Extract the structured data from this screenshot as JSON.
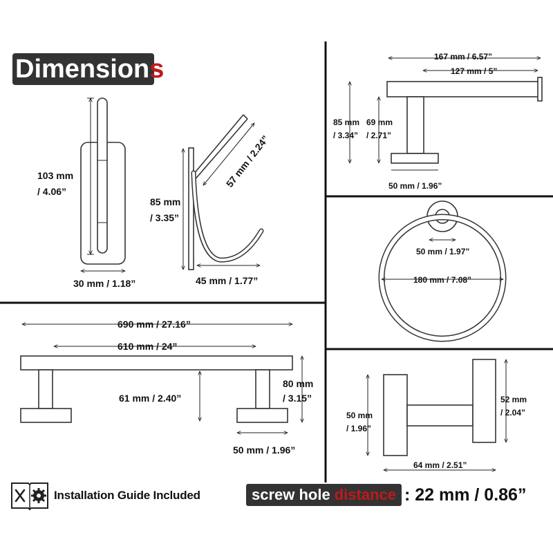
{
  "header": {
    "title_main": "Dimension",
    "title_accent": "s"
  },
  "hook_single": {
    "height": "103 mm",
    "height_in": "/ 4.06”",
    "width": "30 mm / 1.18”"
  },
  "hook_double": {
    "height": "85 mm",
    "height_in": "/ 3.35”",
    "diagonal": "57 mm / 2.24”",
    "width": "45 mm / 1.77”"
  },
  "paper_holder": {
    "total_width": "167 mm / 6.57”",
    "arm_width": "127 mm / 5”",
    "total_height": "85 mm",
    "total_height_in": "/ 3.34”",
    "arm_height": "69 mm",
    "arm_height_in": "/ 2.71”",
    "base_width": "50 mm / 1.96”"
  },
  "towel_ring": {
    "base": "50 mm / 1.97”",
    "diameter": "180 mm / 7.08”"
  },
  "towel_bar": {
    "total_width": "690 mm / 27.16”",
    "inner_width": "610 mm / 24”",
    "clearance": "61 mm / 2.40”",
    "height": "80 mm",
    "height_in": "/ 3.15”",
    "base": "50 mm / 1.96”"
  },
  "robe_hook": {
    "height_left": "50 mm",
    "height_left_in": "/ 1.96”",
    "height_right": "52 mm",
    "height_right_in": "/ 2.04”",
    "depth": "64 mm / 2.51”"
  },
  "footer": {
    "install_label": "Installation Guide Included",
    "screw_label": "screw hole",
    "screw_accent": "distance",
    "screw_value": ": 22 mm / 0.86”"
  }
}
